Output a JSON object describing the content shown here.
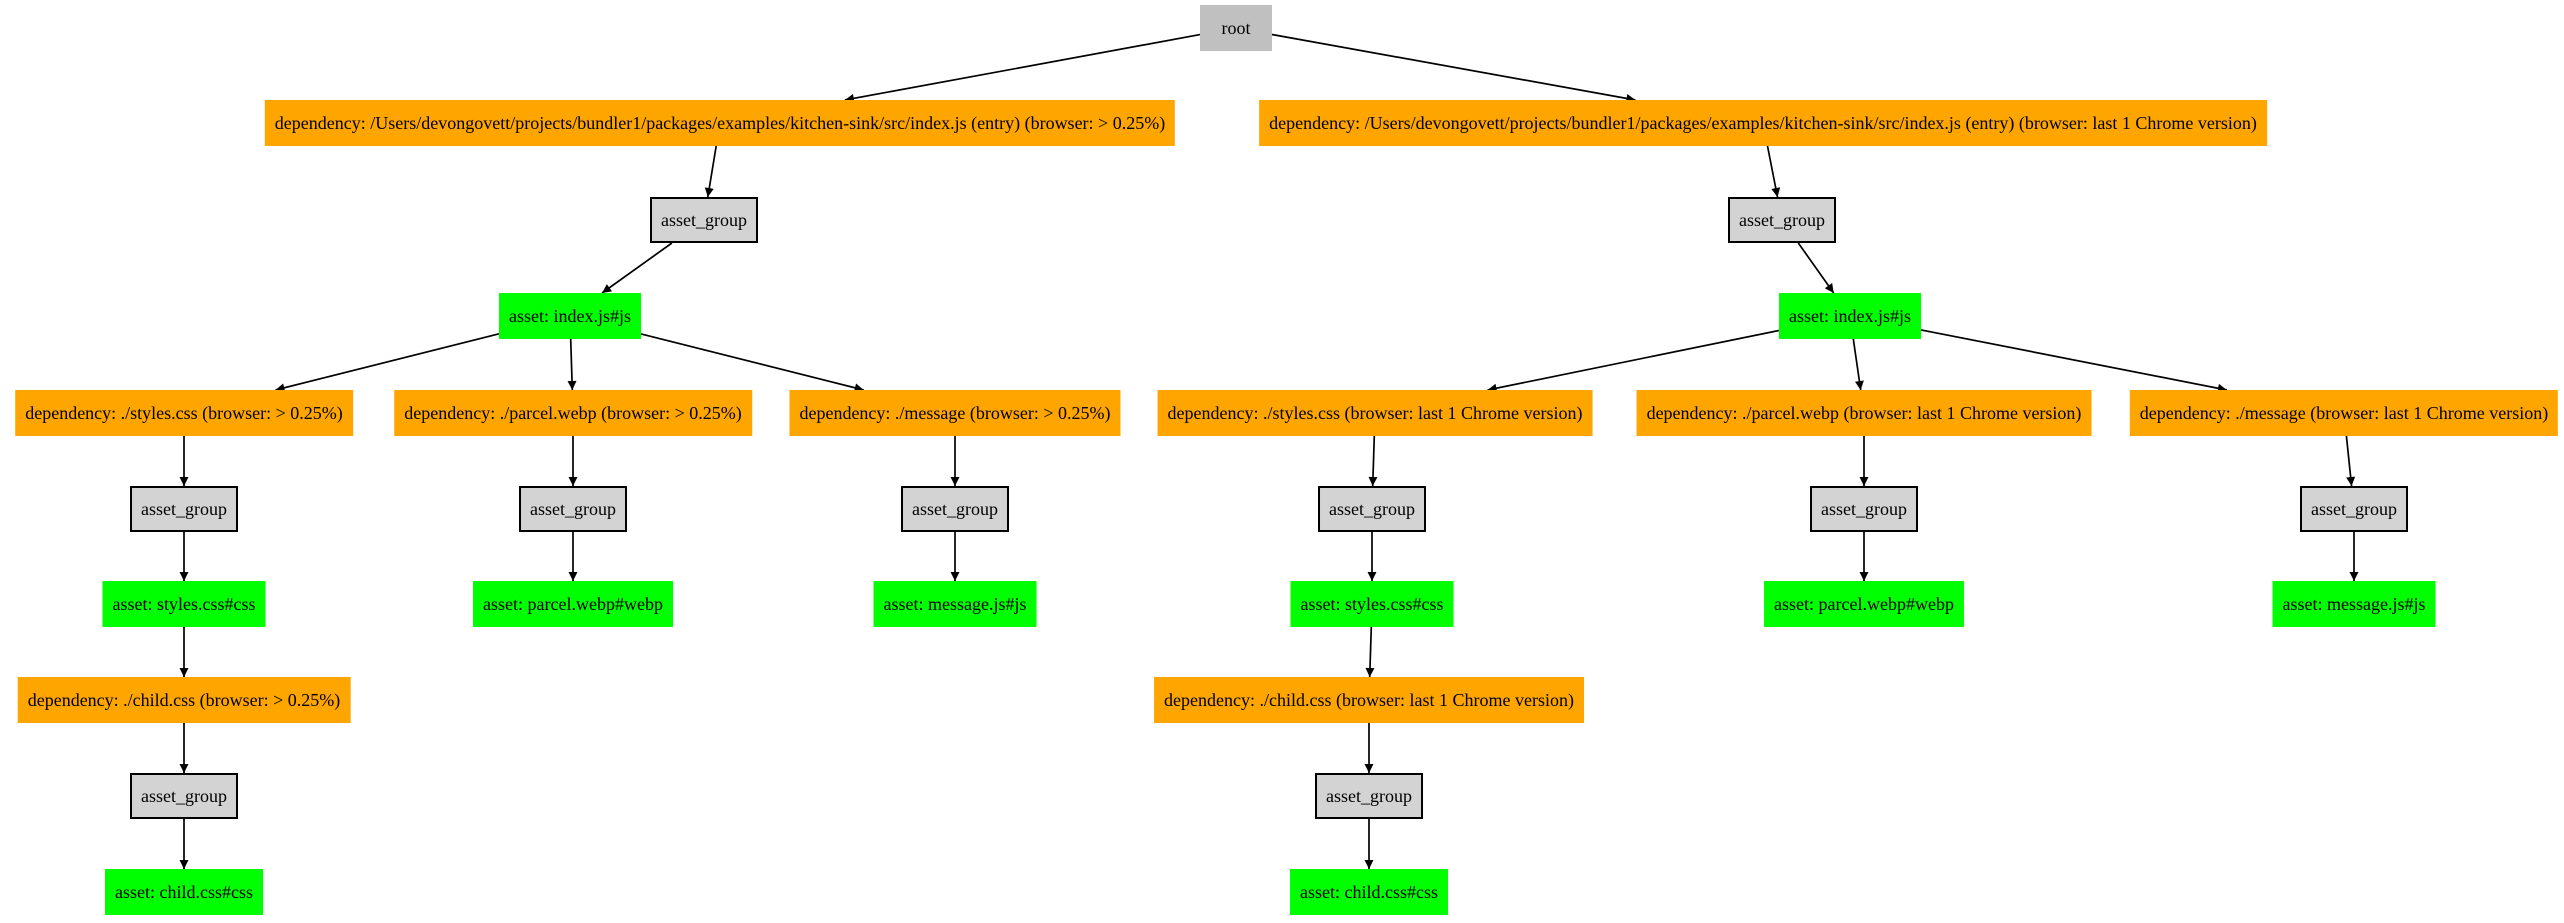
{
  "diagram": {
    "kind": "bundler-asset-dependency-graph",
    "colors": {
      "background": "#ffffff",
      "root_fill": "#c0c0c0",
      "asset_group_fill": "#d3d3d3",
      "asset_group_border": "#000000",
      "dependency_fill": "#ffa500",
      "asset_fill": "#00ff00",
      "edge": "#000000",
      "text": "#000000"
    },
    "nodes": [
      {
        "id": "root",
        "type": "root",
        "label": "root"
      },
      {
        "id": "dep-index-left",
        "type": "dependency",
        "label": "dependency: /Users/devongovett/projects/bundler1/packages/examples/kitchen-sink/src/index.js (entry) (browser: > 0.25%)"
      },
      {
        "id": "dep-index-right",
        "type": "dependency",
        "label": "dependency: /Users/devongovett/projects/bundler1/packages/examples/kitchen-sink/src/index.js (entry) (browser: last 1 Chrome version)"
      },
      {
        "id": "ag-index-left",
        "type": "asset_group",
        "label": "asset_group"
      },
      {
        "id": "ag-index-right",
        "type": "asset_group",
        "label": "asset_group"
      },
      {
        "id": "asset-index-left",
        "type": "asset",
        "label": "asset: index.js#js"
      },
      {
        "id": "asset-index-right",
        "type": "asset",
        "label": "asset: index.js#js"
      },
      {
        "id": "dep-styles-left",
        "type": "dependency",
        "label": "dependency: ./styles.css (browser: > 0.25%)"
      },
      {
        "id": "dep-webp-left",
        "type": "dependency",
        "label": "dependency: ./parcel.webp (browser: > 0.25%)"
      },
      {
        "id": "dep-message-left",
        "type": "dependency",
        "label": "dependency: ./message (browser: > 0.25%)"
      },
      {
        "id": "dep-styles-right",
        "type": "dependency",
        "label": "dependency: ./styles.css (browser: last 1 Chrome version)"
      },
      {
        "id": "dep-webp-right",
        "type": "dependency",
        "label": "dependency: ./parcel.webp (browser: last 1 Chrome version)"
      },
      {
        "id": "dep-message-right",
        "type": "dependency",
        "label": "dependency: ./message (browser: last 1 Chrome version)"
      },
      {
        "id": "ag-styles-left",
        "type": "asset_group",
        "label": "asset_group"
      },
      {
        "id": "ag-webp-left",
        "type": "asset_group",
        "label": "asset_group"
      },
      {
        "id": "ag-message-left",
        "type": "asset_group",
        "label": "asset_group"
      },
      {
        "id": "ag-styles-right",
        "type": "asset_group",
        "label": "asset_group"
      },
      {
        "id": "ag-webp-right",
        "type": "asset_group",
        "label": "asset_group"
      },
      {
        "id": "ag-message-right",
        "type": "asset_group",
        "label": "asset_group"
      },
      {
        "id": "asset-styles-left",
        "type": "asset",
        "label": "asset: styles.css#css"
      },
      {
        "id": "asset-webp-left",
        "type": "asset",
        "label": "asset: parcel.webp#webp"
      },
      {
        "id": "asset-message-left",
        "type": "asset",
        "label": "asset: message.js#js"
      },
      {
        "id": "asset-styles-right",
        "type": "asset",
        "label": "asset: styles.css#css"
      },
      {
        "id": "asset-webp-right",
        "type": "asset",
        "label": "asset: parcel.webp#webp"
      },
      {
        "id": "asset-message-right",
        "type": "asset",
        "label": "asset: message.js#js"
      },
      {
        "id": "dep-child-left",
        "type": "dependency",
        "label": "dependency: ./child.css (browser: > 0.25%)"
      },
      {
        "id": "dep-child-right",
        "type": "dependency",
        "label": "dependency: ./child.css (browser: last 1 Chrome version)"
      },
      {
        "id": "ag-child-left",
        "type": "asset_group",
        "label": "asset_group"
      },
      {
        "id": "ag-child-right",
        "type": "asset_group",
        "label": "asset_group"
      },
      {
        "id": "asset-child-left",
        "type": "asset",
        "label": "asset: child.css#css"
      },
      {
        "id": "asset-child-right",
        "type": "asset",
        "label": "asset: child.css#css"
      }
    ],
    "edges": [
      [
        "root",
        "dep-index-left"
      ],
      [
        "root",
        "dep-index-right"
      ],
      [
        "dep-index-left",
        "ag-index-left"
      ],
      [
        "ag-index-left",
        "asset-index-left"
      ],
      [
        "asset-index-left",
        "dep-styles-left"
      ],
      [
        "asset-index-left",
        "dep-webp-left"
      ],
      [
        "asset-index-left",
        "dep-message-left"
      ],
      [
        "dep-styles-left",
        "ag-styles-left"
      ],
      [
        "ag-styles-left",
        "asset-styles-left"
      ],
      [
        "dep-webp-left",
        "ag-webp-left"
      ],
      [
        "ag-webp-left",
        "asset-webp-left"
      ],
      [
        "dep-message-left",
        "ag-message-left"
      ],
      [
        "ag-message-left",
        "asset-message-left"
      ],
      [
        "asset-styles-left",
        "dep-child-left"
      ],
      [
        "dep-child-left",
        "ag-child-left"
      ],
      [
        "ag-child-left",
        "asset-child-left"
      ],
      [
        "dep-index-right",
        "ag-index-right"
      ],
      [
        "ag-index-right",
        "asset-index-right"
      ],
      [
        "asset-index-right",
        "dep-styles-right"
      ],
      [
        "asset-index-right",
        "dep-webp-right"
      ],
      [
        "asset-index-right",
        "dep-message-right"
      ],
      [
        "dep-styles-right",
        "ag-styles-right"
      ],
      [
        "ag-styles-right",
        "asset-styles-right"
      ],
      [
        "dep-webp-right",
        "ag-webp-right"
      ],
      [
        "ag-webp-right",
        "asset-webp-right"
      ],
      [
        "dep-message-right",
        "ag-message-right"
      ],
      [
        "ag-message-right",
        "asset-message-right"
      ],
      [
        "asset-styles-right",
        "dep-child-right"
      ],
      [
        "dep-child-right",
        "ag-child-right"
      ],
      [
        "ag-child-right",
        "asset-child-right"
      ]
    ]
  }
}
